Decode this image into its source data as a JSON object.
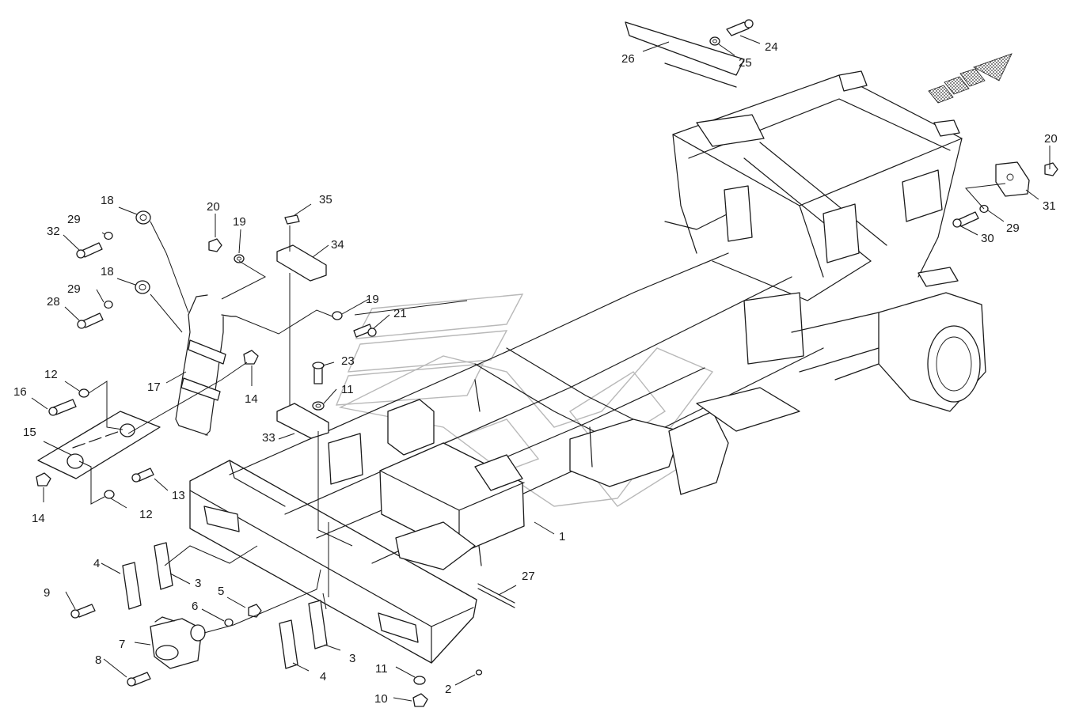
{
  "diagram": {
    "callouts": [
      {
        "id": "c1",
        "text": "1"
      },
      {
        "id": "c2",
        "text": "2"
      },
      {
        "id": "c3a",
        "text": "3"
      },
      {
        "id": "c3b",
        "text": "3"
      },
      {
        "id": "c4a",
        "text": "4"
      },
      {
        "id": "c4b",
        "text": "4"
      },
      {
        "id": "c5",
        "text": "5"
      },
      {
        "id": "c6",
        "text": "6"
      },
      {
        "id": "c7",
        "text": "7"
      },
      {
        "id": "c8",
        "text": "8"
      },
      {
        "id": "c9",
        "text": "9"
      },
      {
        "id": "c10",
        "text": "10"
      },
      {
        "id": "c11a",
        "text": "11"
      },
      {
        "id": "c11b",
        "text": "11"
      },
      {
        "id": "c12a",
        "text": "12"
      },
      {
        "id": "c12b",
        "text": "12"
      },
      {
        "id": "c13",
        "text": "13"
      },
      {
        "id": "c14a",
        "text": "14"
      },
      {
        "id": "c14b",
        "text": "14"
      },
      {
        "id": "c15",
        "text": "15"
      },
      {
        "id": "c16",
        "text": "16"
      },
      {
        "id": "c17",
        "text": "17"
      },
      {
        "id": "c18a",
        "text": "18"
      },
      {
        "id": "c18b",
        "text": "18"
      },
      {
        "id": "c19a",
        "text": "19"
      },
      {
        "id": "c19b",
        "text": "19"
      },
      {
        "id": "c20a",
        "text": "20"
      },
      {
        "id": "c20b",
        "text": "20"
      },
      {
        "id": "c21",
        "text": "21"
      },
      {
        "id": "c23",
        "text": "23"
      },
      {
        "id": "c24",
        "text": "24"
      },
      {
        "id": "c25",
        "text": "25"
      },
      {
        "id": "c26",
        "text": "26"
      },
      {
        "id": "c27",
        "text": "27"
      },
      {
        "id": "c28",
        "text": "28"
      },
      {
        "id": "c29a",
        "text": "29"
      },
      {
        "id": "c29b",
        "text": "29"
      },
      {
        "id": "c29c",
        "text": "29"
      },
      {
        "id": "c30",
        "text": "30"
      },
      {
        "id": "c31",
        "text": "31"
      },
      {
        "id": "c32",
        "text": "32"
      },
      {
        "id": "c33",
        "text": "33"
      },
      {
        "id": "c34",
        "text": "34"
      },
      {
        "id": "c35",
        "text": "35"
      }
    ]
  }
}
